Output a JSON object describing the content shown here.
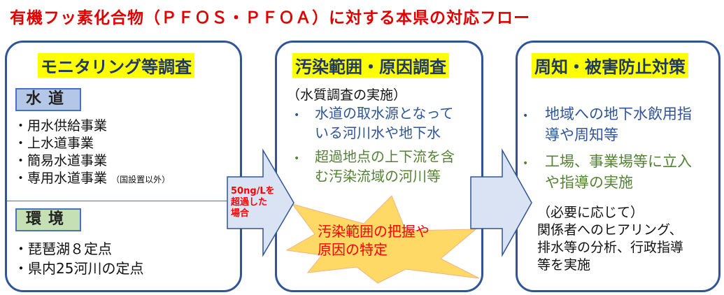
{
  "title": "有機フッ素化合物（ＰＦＯＳ・ＰＦＯＡ）に対する本県の対応フロー",
  "box1": {
    "heading": "モニタリング等調査",
    "water": {
      "label": "水道",
      "items": [
        "・用水供給事業",
        "・上水道事業",
        "・簡易水道事業",
        "・専用水道事業"
      ],
      "note": "（国設置以外）"
    },
    "env": {
      "label": "環境",
      "items": [
        "・琵琶湖８定点",
        "・県内25河川の定点"
      ]
    }
  },
  "arrow1": {
    "lines": [
      "50ng/Lを",
      "超過した",
      "場合"
    ]
  },
  "box2": {
    "heading": "汚染範囲・原因調査",
    "sub": "（水質調査の実施）",
    "bullet1": [
      "水道の取水源となって",
      "いる河川水や地下水"
    ],
    "bullet2": [
      "超過地点の上下流を含",
      "む汚染流域の河川等"
    ],
    "burst": [
      "汚染範囲の把握や",
      "原因の特定"
    ]
  },
  "box3": {
    "heading": "周知・被害防止対策",
    "bullet1": [
      "地域への地下水飲用指",
      "導や周知等"
    ],
    "bullet2": [
      "工場、事業場等に立入",
      "や指導の実施"
    ],
    "note": [
      "（必要に応じて）",
      "関係者へのヒアリング、",
      "排水等の分析、行政指導",
      "等を実施"
    ]
  },
  "bullet_symbol": "•"
}
